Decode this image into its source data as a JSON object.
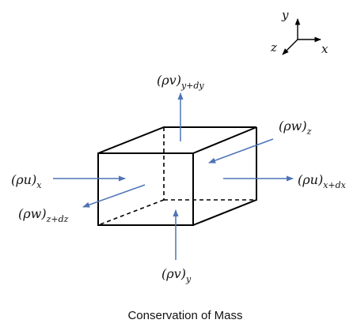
{
  "axes": {
    "y_label": "y",
    "x_label": "x",
    "z_label": "z"
  },
  "flux_labels": {
    "top": {
      "base": "(ρv)",
      "sub": "y+dy"
    },
    "bottom": {
      "base": "(ρv)",
      "sub": "y"
    },
    "left_in": {
      "base": "(ρu)",
      "sub": "x"
    },
    "right_out": {
      "base": "(ρu)",
      "sub": "x+dx"
    },
    "back_in": {
      "base": "(ρw)",
      "sub": "z"
    },
    "front_out": {
      "base": "(ρw)",
      "sub": "z+dz"
    }
  },
  "caption": "Conservation of Mass",
  "colors": {
    "arrow": "#4e74b6",
    "edge": "#000000"
  }
}
